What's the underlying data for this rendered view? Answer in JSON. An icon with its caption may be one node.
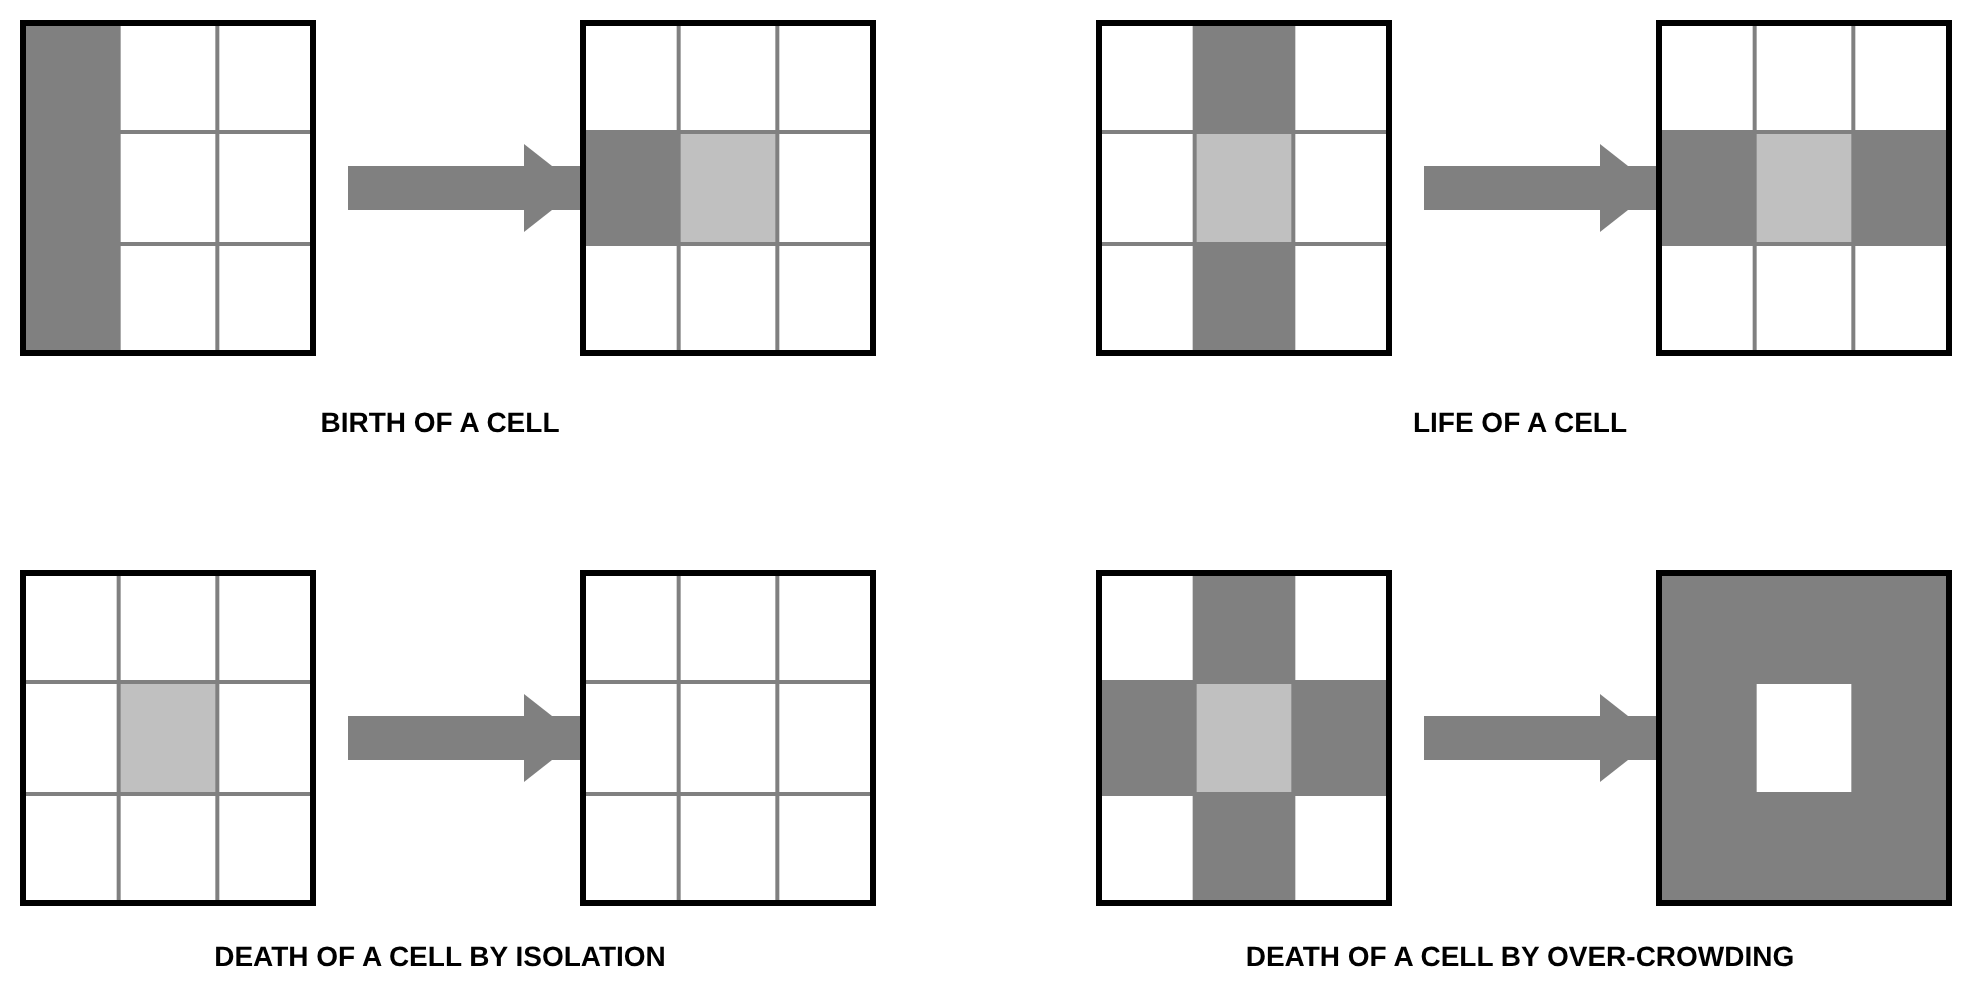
{
  "diagram": {
    "nodes": [
      {
        "text": [],
        "shape": "grid"
      },
      {
        "text": [],
        "shape": "grid"
      },
      {
        "text": [],
        "shape": "grid"
      },
      {
        "text": [],
        "shape": "grid"
      },
      {
        "text": [],
        "shape": "grid"
      },
      {
        "text": [],
        "shape": "grid"
      },
      {
        "text": [],
        "shape": "grid"
      },
      {
        "text": [],
        "shape": "grid"
      }
    ],
    "edges": [
      {
        "from": 0,
        "to": 1,
        "arrow": "to"
      },
      {
        "from": 2,
        "to": 3,
        "arrow": "to"
      },
      {
        "from": 4,
        "to": 5,
        "arrow": "to"
      },
      {
        "from": 6,
        "to": 7,
        "arrow": "to"
      }
    ],
    "labels": [
      "BIRTH OF A CELL",
      "LIFE OF A CELL",
      "DEATH OF A CELL BY ISOLATION",
      "DEATH OF A CELL BY OVER-CROWDING"
    ]
  }
}
